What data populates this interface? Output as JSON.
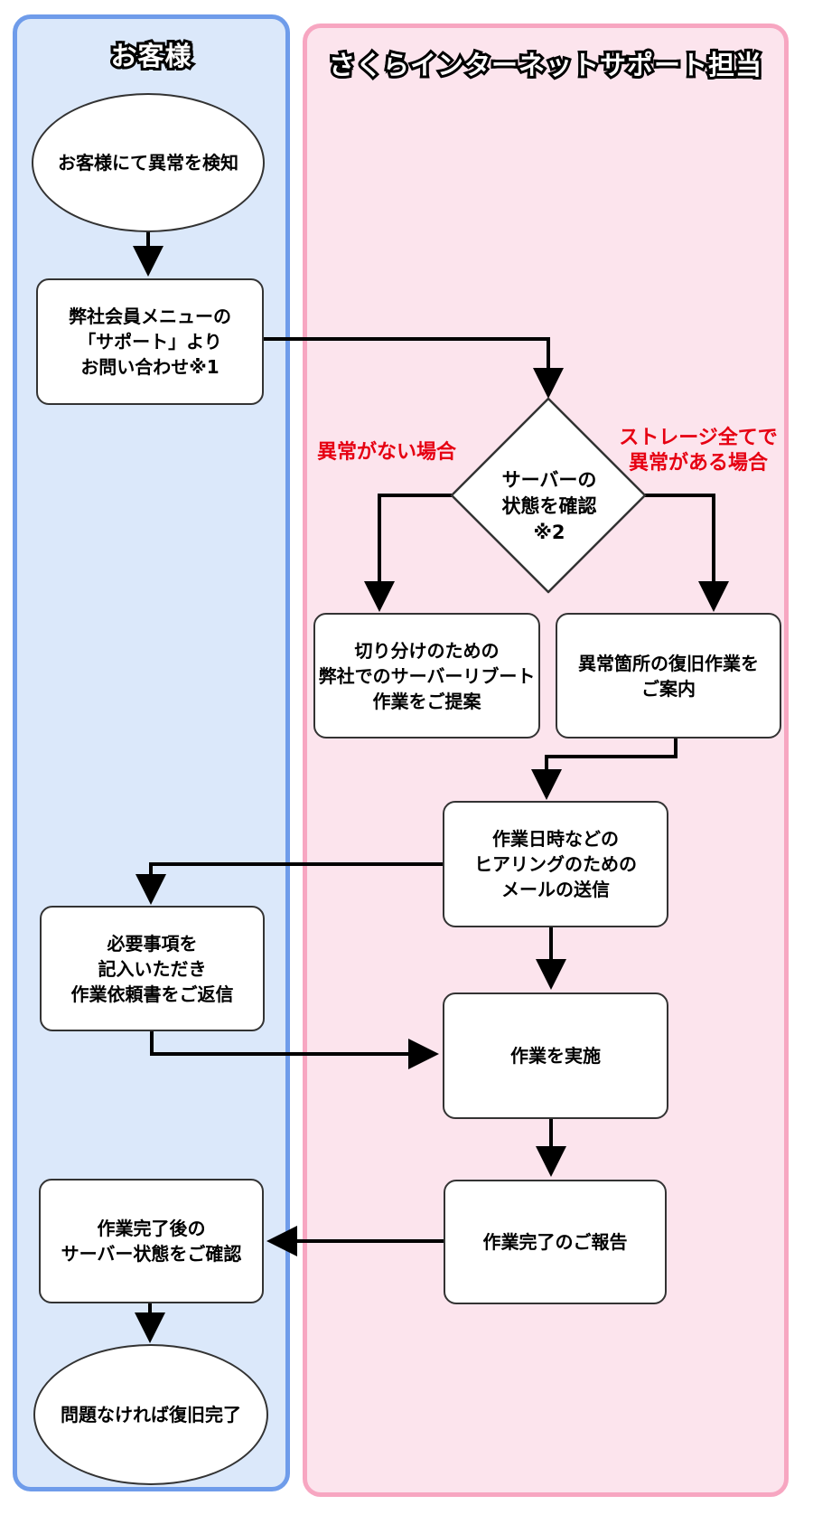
{
  "colors": {
    "lane_customer_fill": "#dbe8fa",
    "lane_customer_border": "#6f9cea",
    "lane_support_fill": "#fce4ed",
    "lane_support_border": "#f7a6c1",
    "node_fill": "#ffffff",
    "node_border": "#333333",
    "connector": "#000000",
    "red_label": "#e60012"
  },
  "lanes": {
    "customer": {
      "title": "お客様"
    },
    "support": {
      "title": "さくらインターネットサポート担当"
    }
  },
  "nodes": {
    "detect": {
      "type": "terminator",
      "label": "お客様にて異常を検知"
    },
    "contact": {
      "type": "process",
      "lines": [
        "弊社会員メニューの",
        "「サポート」より",
        "お問い合わせ※1"
      ]
    },
    "check": {
      "type": "decision",
      "lines": [
        "サーバーの",
        "状態を確認",
        "※2"
      ]
    },
    "reboot": {
      "type": "process",
      "lines": [
        "切り分けのための",
        "弊社でのサーバーリブート",
        "作業をご提案"
      ]
    },
    "restore": {
      "type": "process",
      "lines": [
        "異常箇所の復旧作業を",
        "ご案内"
      ]
    },
    "mail": {
      "type": "process",
      "lines": [
        "作業日時などの",
        "ヒアリングのための",
        "メールの送信"
      ]
    },
    "form": {
      "type": "process",
      "lines": [
        "必要事項を",
        "記入いただき",
        "作業依頼書をご返信"
      ]
    },
    "work": {
      "type": "process",
      "label": "作業を実施"
    },
    "report": {
      "type": "process",
      "label": "作業完了のご報告"
    },
    "verify": {
      "type": "process",
      "lines": [
        "作業完了後の",
        "サーバー状態をご確認"
      ]
    },
    "done": {
      "type": "terminator",
      "label": "問題なければ復旧完了"
    }
  },
  "branch_labels": {
    "no_abnormality": "異常がない場合",
    "storage_line1": "ストレージ全てで",
    "storage_line2": "異常がある場合"
  }
}
